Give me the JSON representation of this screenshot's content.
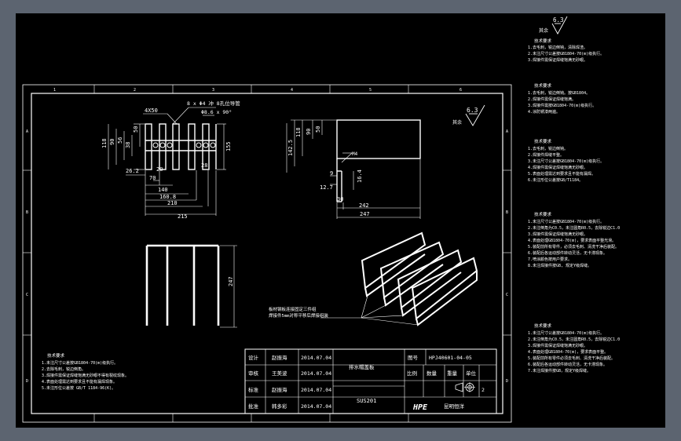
{
  "drawing": {
    "roughness_symbol": "6.3",
    "roughness_note": "其余",
    "plan_view": {
      "dims": [
        "4X50",
        "8 x Φ4 冲 8孔位导管",
        "Φ8.6 x 90°",
        "118",
        "90",
        "56",
        "50",
        "38",
        "155",
        "26.2",
        "20",
        "70",
        "28",
        "140",
        "160.8",
        "210",
        "215"
      ]
    },
    "side_view": {
      "dims": [
        "118",
        "90",
        "50",
        "142.5",
        "M4",
        "9",
        "12.7",
        "16.4",
        "30",
        "242",
        "247"
      ]
    },
    "front_view": {
      "dims": [
        "247"
      ]
    },
    "iso_note": [
      "板材钢板连接固定三件组",
      "焊接件5mm对称平移后焊接组装"
    ],
    "zone_numbers": [
      "1",
      "2",
      "3",
      "4",
      "5",
      "6"
    ],
    "zone_letters": [
      "A",
      "B",
      "C",
      "D"
    ],
    "left_tech": {
      "title": "技术要求",
      "lines": [
        "1.未注尺寸公差按GB1804-70(m)级执行。",
        "2.去除毛刺，锐边倒角。",
        "3.焊接件需保证焊缝饱满无砂眼不得有裂纹现象。",
        "4.表面处理需达到要求且不能有漏焊现象。",
        "5.未注形位公差按 GB/T 1184-96(K)。"
      ]
    },
    "title_block": {
      "roles": [
        "设计",
        "审核",
        "标准",
        "批准"
      ],
      "names": [
        "赵振海",
        "王美波",
        "赵振海",
        "韩多彩"
      ],
      "dates": [
        "2014.07.04",
        "2014.07.04",
        "2014.07.04",
        "2014.07.04"
      ],
      "part_name": "排水帽盖板",
      "material": "SUS201",
      "drawing_label": "图号",
      "drawing_no": "HPJ40601-04-05",
      "col_labels": [
        "比例",
        "数量",
        "重量",
        "单位"
      ],
      "sheet": "2",
      "company_logo": "HPE",
      "company_name": "昆明恒洋"
    },
    "right_notes": {
      "top_symbol": "6.3",
      "top_note": "其余",
      "blocks": [
        {
          "title": "技术要求",
          "lines": [
            "1.去毛刺，锐边倒钝，清除焊渣。",
            "2.未注尺寸公差按GB1804-70(m)级执行。",
            "3.焊接件需保证焊缝饱满无砂眼。"
          ]
        },
        {
          "title": "技术要求",
          "lines": [
            "1.去毛刺，锐边倒钝。按GB1804。",
            "2.焊接件需保证焊缝饱满。",
            "3.焊接件需按GB1804-70(m)级执行。",
            "4.涂防锈漆两遍。"
          ]
        },
        {
          "title": "技术要求",
          "lines": [
            "1.去毛刺，锐边倒钝。",
            "2.焊接件焊缝平整。",
            "3.未注尺寸公差按GB1804-70(m)级执行。",
            "4.焊接件需保证焊缝饱满无砂眼。",
            "5.表面处理需达到要求且不能有漏焊。",
            "6.未注形位公差按GB/T1184。"
          ]
        },
        {
          "title": "技术要求",
          "lines": [
            "1.未注尺寸公差按GB1804-70(m)级执行。",
            "2.未注倒角为C0.5，未注圆角R0.5，去除锐边C1.0",
            "3.焊接件需保证焊缝饱满无砂眼。",
            "4.表面处理GB1804-70(m)，要求表面平整光滑。",
            "5.装配前所有零件，必须去毛刺、清洗干净后装配。",
            "6.装配后各运动部件转动灵活，无卡滞现象。",
            "7.喷涂颜色按用户要求。",
            "8.未注焊接件按GB, 规定Y级焊缝。"
          ]
        },
        {
          "title": "技术要求",
          "lines": [
            "1.未注尺寸公差按GB1804-70(m)级执行。",
            "2.未注倒角为C0.5，未注圆角R0.5，去除锐边C1.0",
            "3.焊接件需保证焊缝饱满无砂眼。",
            "4.表面处理GB1804-70(m)，要求表面平整。",
            "5.装配前所有零件必须去毛刺、清洗干净后装配。",
            "6.装配后各运动部件转动灵活，无卡滞现象。",
            "7.未注焊接件按GB，规定Y级焊缝。"
          ]
        }
      ]
    }
  }
}
